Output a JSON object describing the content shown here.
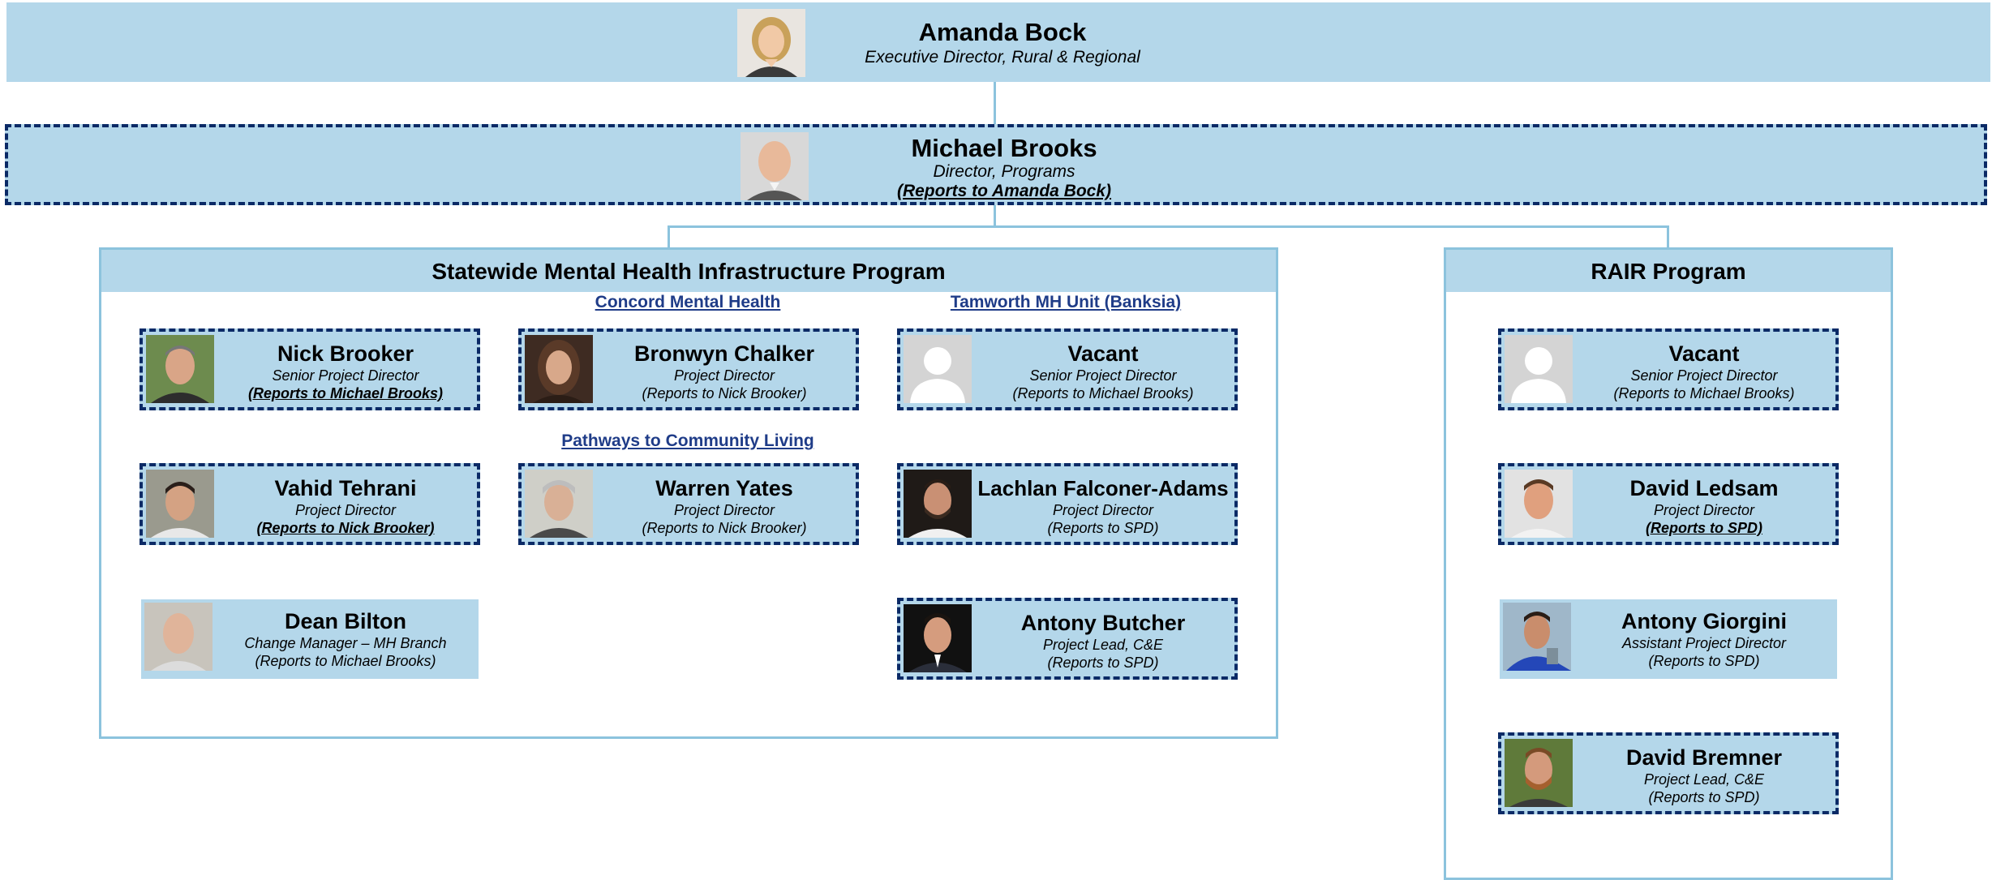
{
  "top": {
    "name": "Amanda Bock",
    "title": "Executive Director, Rural & Regional"
  },
  "director": {
    "name": "Michael Brooks",
    "title": "Director, Programs",
    "reports": "(Reports to Amanda Bock)"
  },
  "smhip": {
    "title": "Statewide Mental Health Infrastructure Program",
    "sections": {
      "concord": "Concord Mental Health",
      "tamworth": "Tamworth MH Unit (Banksia)",
      "pathways": "Pathways to Community Living"
    },
    "cards": [
      {
        "name": "Nick Brooker",
        "title": "Senior Project Director",
        "reports": "(Reports to Michael Brooks)",
        "photo": "man-grey-hair-photo"
      },
      {
        "name": "Bronwyn Chalker",
        "title": "Project Director",
        "reports": "(Reports to Nick Brooker)",
        "photo": "woman-brown-hair-photo"
      },
      {
        "name": "Vacant",
        "title": "Senior Project Director",
        "reports": "(Reports to Michael Brooks)",
        "photo": "vacant-silhouette"
      },
      {
        "name": "Vahid Tehrani",
        "title": "Project Director",
        "reports": "(Reports to Nick Brooker)",
        "photo": "man-dark-hair-photo"
      },
      {
        "name": "Warren Yates",
        "title": "Project Director",
        "reports": "(Reports to Nick Brooker)",
        "photo": "man-white-hair-photo"
      },
      {
        "name": "Lachlan Falconer-Adams",
        "title": "Project Director",
        "reports": "(Reports to SPD)",
        "photo": "man-beard-photo"
      },
      {
        "name": "Dean Bilton",
        "title": "Change Manager – MH Branch",
        "reports": "(Reports to Michael Brooks)",
        "photo": "man-bald-photo"
      },
      {
        "name": "Antony Butcher",
        "title": "Project Lead, C&E",
        "reports": "(Reports to SPD)",
        "photo": "man-suit-photo"
      }
    ]
  },
  "rair": {
    "title": "RAIR Program",
    "cards": [
      {
        "name": "Vacant",
        "title": "Senior Project Director",
        "reports": "(Reports to Michael Brooks)",
        "photo": "vacant-silhouette"
      },
      {
        "name": "David Ledsam",
        "title": "Project Director",
        "reports": "(Reports to SPD)",
        "photo": "man-smiling-photo"
      },
      {
        "name": "Antony Giorgini",
        "title": "Assistant Project Director",
        "reports": "(Reports to SPD)",
        "photo": "man-outdoor-photo"
      },
      {
        "name": "David Bremner",
        "title": "Project Lead, C&E",
        "reports": "(Reports to SPD)",
        "photo": "man-red-beard-photo"
      }
    ]
  },
  "colors": {
    "box_fill": "#b4d7ea",
    "dashed_border": "#0b2a66",
    "connector": "#8cc3dd",
    "section_link": "#1f3c88"
  }
}
